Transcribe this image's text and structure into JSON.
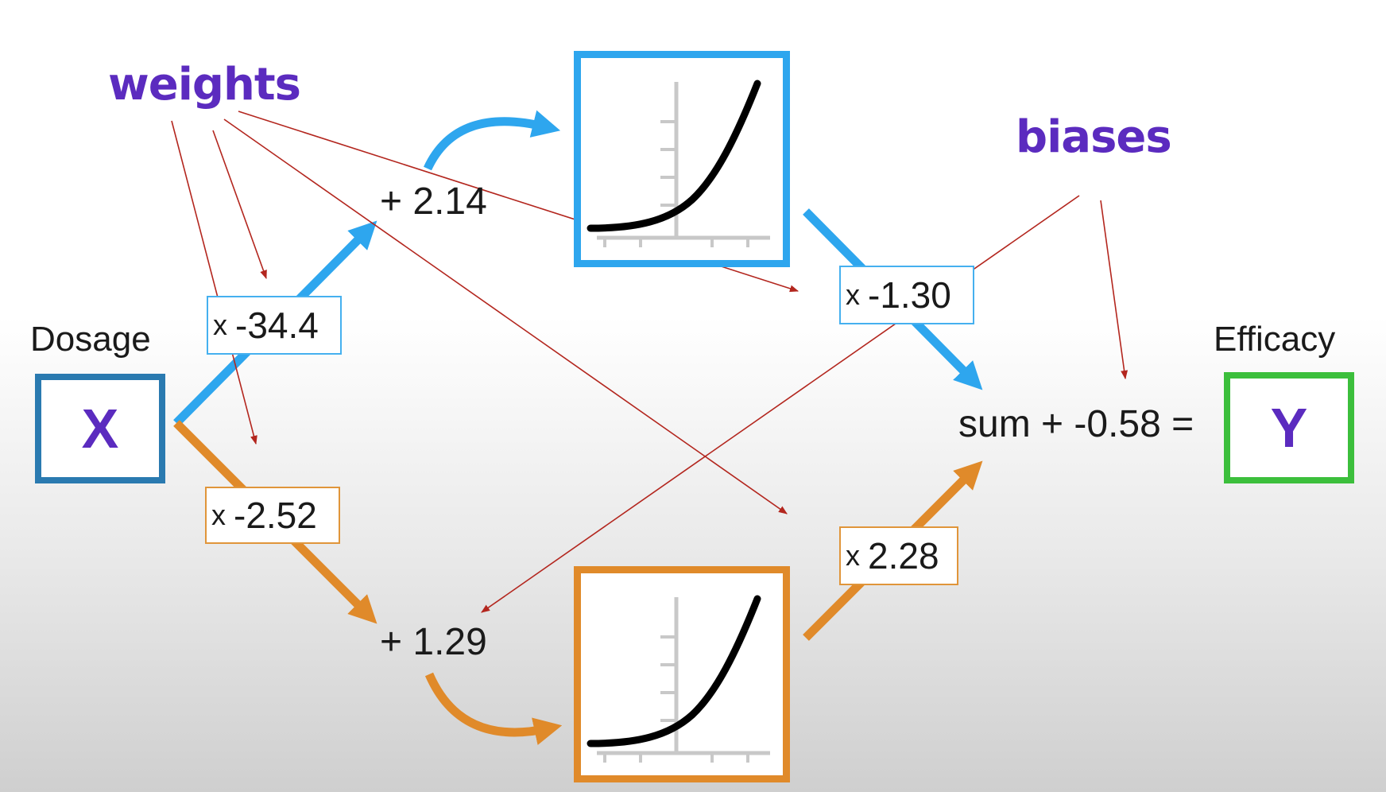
{
  "input": {
    "label": "Dosage",
    "variable": "X",
    "border_color": "#2a7ab0"
  },
  "output": {
    "label": "Efficacy",
    "variable": "Y",
    "border_color": "#3cbf3c"
  },
  "annotations": {
    "weights": "weights",
    "biases": "biases",
    "color": "#5b2bbf",
    "arrow_color": "#b3261e"
  },
  "top_path": {
    "color": "#2ea6ee",
    "input_weight": "-34.4",
    "bias": "+ 2.14",
    "output_weight": "-1.30",
    "activation": "softplus-curve"
  },
  "bottom_path": {
    "color": "#e08a2a",
    "input_weight": "-2.52",
    "bias": "+ 1.29",
    "output_weight": "2.28",
    "activation": "softplus-curve"
  },
  "multiply_symbol": "x",
  "sum_expression": "sum + -0.58 ="
}
